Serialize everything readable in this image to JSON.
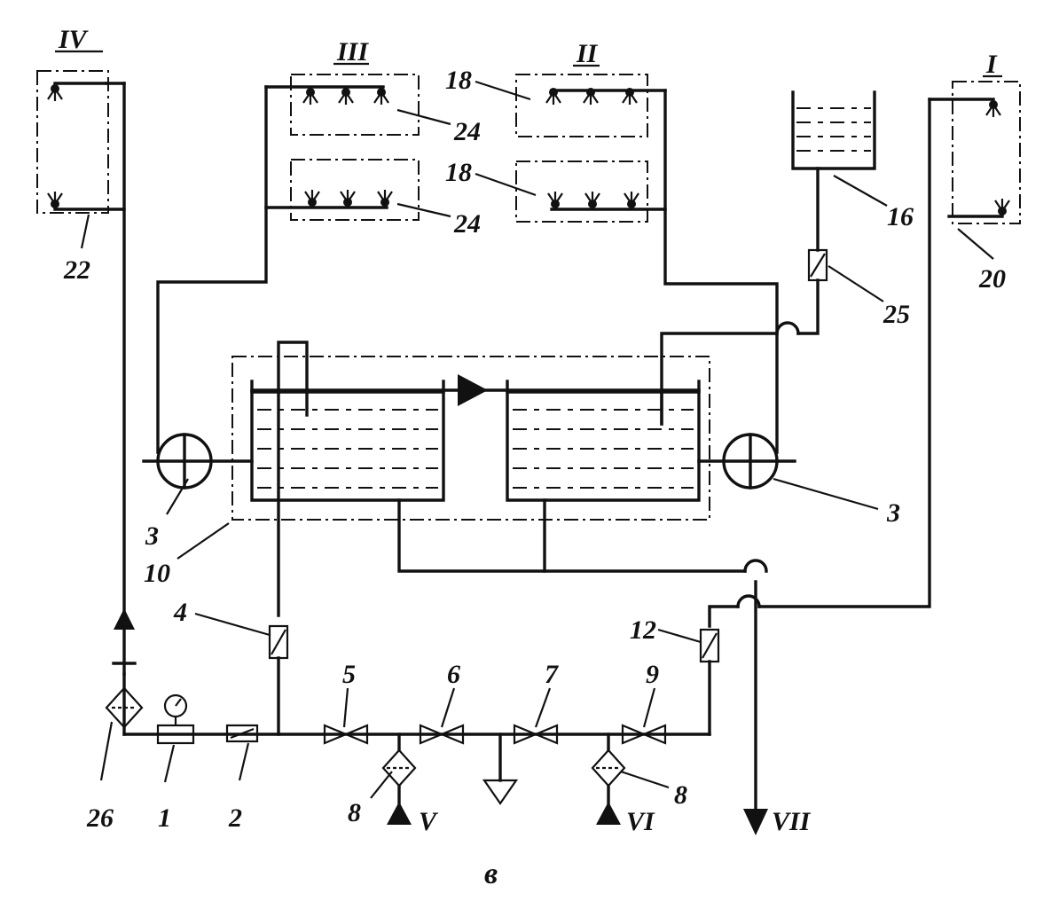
{
  "figure": {
    "caption": "в",
    "zones": [
      {
        "key": "IV",
        "text": "IV"
      },
      {
        "key": "III",
        "text": "III"
      },
      {
        "key": "II",
        "text": "II"
      },
      {
        "key": "I",
        "text": "I"
      },
      {
        "key": "V",
        "text": "V"
      },
      {
        "key": "VI",
        "text": "VI"
      },
      {
        "key": "VII",
        "text": "VII"
      }
    ],
    "callouts": [
      {
        "key": "c22",
        "text": "22"
      },
      {
        "key": "c24a",
        "text": "24"
      },
      {
        "key": "c24b",
        "text": "24"
      },
      {
        "key": "c18a",
        "text": "18"
      },
      {
        "key": "c18b",
        "text": "18"
      },
      {
        "key": "c16",
        "text": "16"
      },
      {
        "key": "c20",
        "text": "20"
      },
      {
        "key": "c25",
        "text": "25"
      },
      {
        "key": "c3a",
        "text": "3"
      },
      {
        "key": "c3b",
        "text": "3"
      },
      {
        "key": "c10",
        "text": "10"
      },
      {
        "key": "c4",
        "text": "4"
      },
      {
        "key": "c12",
        "text": "12"
      },
      {
        "key": "c5",
        "text": "5"
      },
      {
        "key": "c6",
        "text": "6"
      },
      {
        "key": "c7",
        "text": "7"
      },
      {
        "key": "c9",
        "text": "9"
      },
      {
        "key": "c8a",
        "text": "8"
      },
      {
        "key": "c8b",
        "text": "8"
      },
      {
        "key": "c26",
        "text": "26"
      },
      {
        "key": "c1",
        "text": "1"
      },
      {
        "key": "c2",
        "text": "2"
      }
    ]
  }
}
